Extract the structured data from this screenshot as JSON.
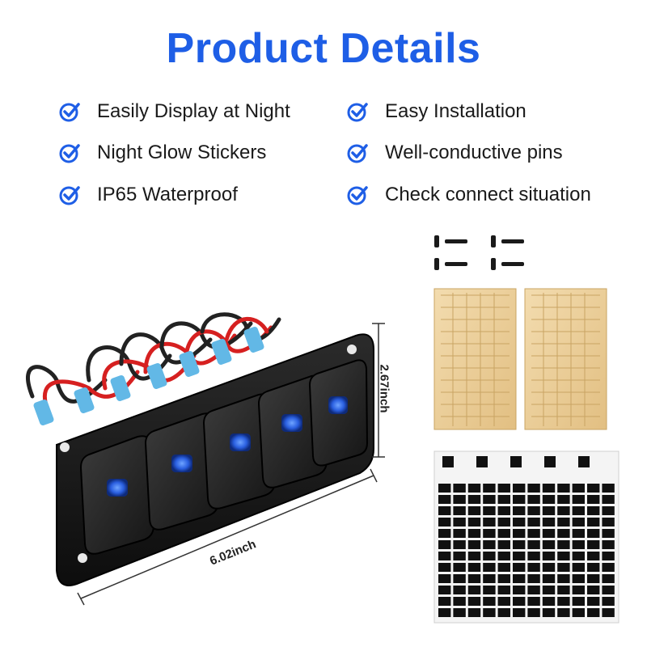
{
  "title": "Product Details",
  "accent_color": "#1e5ee6",
  "check_icon": "check-circle-icon",
  "features": [
    {
      "label": "Easily Display at Night"
    },
    {
      "label": "Easy Installation"
    },
    {
      "label": "Night Glow Stickers"
    },
    {
      "label": "Well-conductive pins"
    },
    {
      "label": "IP65 Waterproof"
    },
    {
      "label": "Check connect situation"
    }
  ],
  "dimensions": {
    "height": "2.67inch",
    "width": "6.02inch"
  },
  "panel": {
    "switch_count": 5,
    "switch_light_color": "#2a6bff",
    "screws_count": 4,
    "sticker_sheets": 2
  }
}
